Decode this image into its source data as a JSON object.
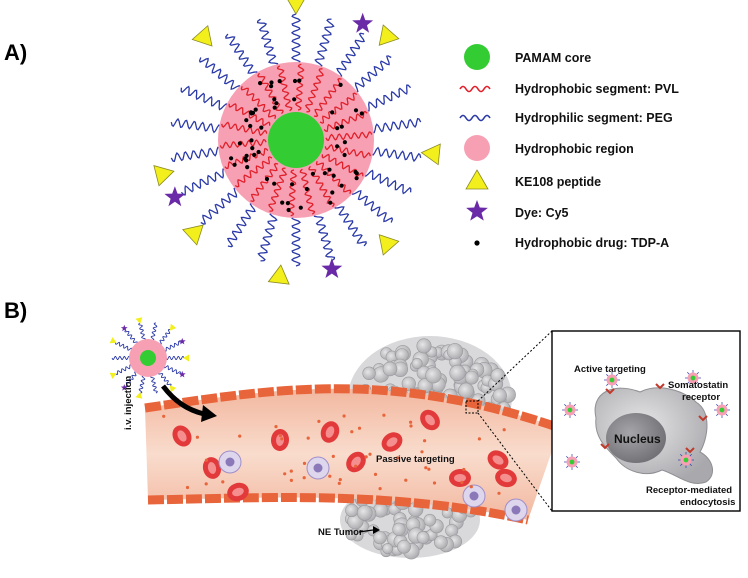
{
  "panel_a": {
    "label": "A)",
    "legend": [
      {
        "key": "core",
        "text": "PAMAM core"
      },
      {
        "key": "pvl",
        "text": "Hydrophobic segment: PVL"
      },
      {
        "key": "peg",
        "text": "Hydrophilic segment: PEG"
      },
      {
        "key": "region",
        "text": "Hydrophobic region"
      },
      {
        "key": "peptide",
        "text": "KE108 peptide"
      },
      {
        "key": "dye",
        "text": "Dye: Cy5"
      },
      {
        "key": "drug",
        "text": "Hydrophobic drug: TDP-A"
      }
    ]
  },
  "panel_b": {
    "label": "B)",
    "injection": "i.v. injection",
    "passive": "Passive targeting",
    "tumor": "NE Tumor",
    "inset": {
      "active": "Active targeting",
      "receptor_line1": "Somatostatin",
      "receptor_line2": "receptor",
      "nucleus": "Nucleus",
      "endocytosis_line1": "Receptor-mediated",
      "endocytosis_line2": "endocytosis"
    }
  },
  "colors": {
    "core": "#33cc33",
    "pvl": "#e0202a",
    "peg": "#2b3aa8",
    "region": "#f7a0b4",
    "peptide": "#f2ef1c",
    "dye": "#6a2aa8",
    "drug": "#000000",
    "vessel": "#f5c4ae",
    "vessel_wall": "#e8643a",
    "tumor": "#c9c9c9",
    "cell": "#c9c9cc",
    "nucleus": "#8e8e92"
  }
}
